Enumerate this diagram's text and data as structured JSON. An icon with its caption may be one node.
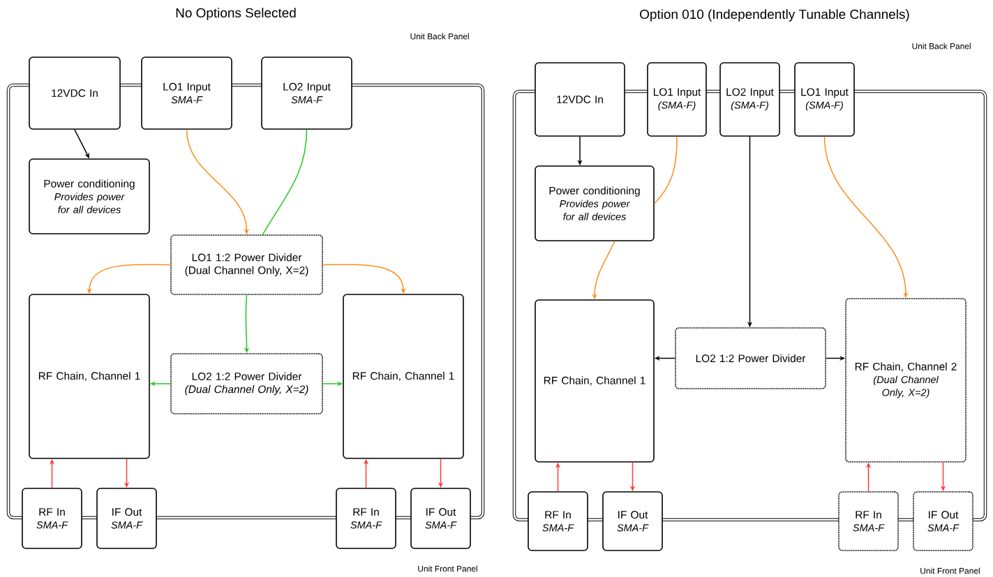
{
  "diagram": {
    "nodes": [
      {
        "text": [],
        "shape": "box"
      },
      {
        "text": [
          "12VDC In"
        ]
      },
      {
        "text": [
          "LO1 Input",
          "SMA-F"
        ]
      },
      {
        "text": [
          "LO2 Input",
          "SMA-F"
        ]
      },
      {
        "text": [
          "Power conditioning",
          "Provides power for all devices"
        ],
        "in": 0
      },
      {
        "text": [
          "LO1 1:2 Power Divider (Dual Channel Only, X=2)"
        ],
        "in": 0
      },
      {
        "text": [
          "RF Chain, Channel 1"
        ],
        "in": 0
      },
      {
        "text": [
          "LO2 1:2 Power Divider *(Dual Channel Only, X=2)*"
        ],
        "in": 0
      },
      {
        "text": [
          "RF Chain, Channel 1"
        ],
        "in": 0
      },
      {
        "text": [
          "RF In",
          "SMA-F"
        ]
      },
      {
        "text": [
          "IF Out",
          "SMA-F"
        ]
      },
      {
        "text": [
          "RF In",
          "SMA-F"
        ]
      },
      {
        "text": [
          "IF Out",
          "SMA-F"
        ]
      },
      {
        "text": [],
        "shape": "box"
      },
      {
        "text": [
          "12VDC In"
        ]
      },
      {
        "text": [
          "LO1 Input",
          "(SMA-F)"
        ]
      },
      {
        "text": [
          "LO2 Input",
          "(SMA-F)"
        ]
      },
      {
        "text": [
          "LO1 Input",
          "(SMA-F)"
        ]
      },
      {
        "text": [
          "Power conditioning",
          "Provides power for all devices"
        ],
        "in": 13
      },
      {
        "text": [
          "RF Chain, Channel 1"
        ],
        "in": 13
      },
      {
        "text": [
          "LO2 1:2 Power Divider"
        ],
        "in": 13
      },
      {
        "text": [
          "RF Chain, Channel 2",
          "(Dual Channel Only, X=2)"
        ],
        "in": 13
      },
      {
        "text": [
          "RF In",
          "SMA-F"
        ]
      },
      {
        "text": [
          "IF Out",
          "SMA-F"
        ]
      },
      {
        "text": [
          "RF In",
          "SMA-F"
        ]
      },
      {
        "text": [
          "IF Out",
          "SMA-F"
        ]
      }
    ],
    "edges": [
      {
        "from": 1,
        "to": 4,
        "arrow": "to",
        "color": "#000000"
      },
      {
        "from": 2,
        "to": 5,
        "arrow": "to",
        "color": "#ff8c1a"
      },
      {
        "from": 3,
        "to": 5,
        "arrow": "none",
        "color": "#22c822"
      },
      {
        "from": 5,
        "to": 7,
        "arrow": "to",
        "color": "#22c822"
      },
      {
        "from": 5,
        "to": 6,
        "arrow": "to",
        "color": "#ff8c1a"
      },
      {
        "from": 5,
        "to": 8,
        "arrow": "to",
        "color": "#ff8c1a"
      },
      {
        "from": 7,
        "to": 6,
        "arrow": "to",
        "color": "#22c822"
      },
      {
        "from": 7,
        "to": 8,
        "arrow": "to",
        "color": "#22c822"
      },
      {
        "from": 9,
        "to": 6,
        "arrow": "to",
        "color": "#ff3b3b"
      },
      {
        "from": 6,
        "to": 10,
        "arrow": "to",
        "color": "#ff3b3b"
      },
      {
        "from": 11,
        "to": 8,
        "arrow": "to",
        "color": "#ff3b3b"
      },
      {
        "from": 8,
        "to": 12,
        "arrow": "to",
        "color": "#ff3b3b"
      },
      {
        "from": 14,
        "to": 18,
        "arrow": "to",
        "color": "#000000"
      },
      {
        "from": 15,
        "to": 18,
        "arrow": "none",
        "color": "#ff8c1a"
      },
      {
        "from": 18,
        "to": 19,
        "arrow": "to",
        "color": "#ff8c1a"
      },
      {
        "from": 16,
        "to": 20,
        "arrow": "to",
        "color": "#000000"
      },
      {
        "from": 17,
        "to": 21,
        "arrow": "to",
        "color": "#ff8c1a"
      },
      {
        "from": 20,
        "to": 19,
        "arrow": "to",
        "color": "#000000"
      },
      {
        "from": 20,
        "to": 21,
        "arrow": "to",
        "color": "#000000"
      },
      {
        "from": 22,
        "to": 19,
        "arrow": "to",
        "color": "#ff3b3b"
      },
      {
        "from": 19,
        "to": 23,
        "arrow": "to",
        "color": "#ff3b3b"
      },
      {
        "from": 24,
        "to": 21,
        "arrow": "to",
        "color": "#ff3b3b"
      },
      {
        "from": 21,
        "to": 25,
        "arrow": "to",
        "color": "#ff3b3b"
      }
    ],
    "labels": [
      "No Options Selected",
      "Unit Back Panel",
      "Option 010 (Independently Tunable Channels)",
      "Unit Back Panel",
      "Unit Front Panel",
      "Unit Front Panel"
    ]
  }
}
